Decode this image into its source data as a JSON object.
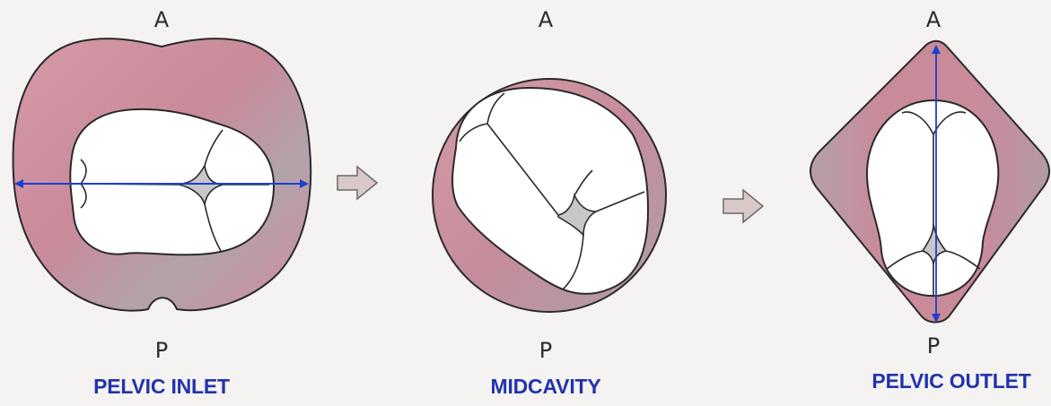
{
  "panels": [
    {
      "anterior": "A",
      "posterior": "P",
      "title": "PELVIC INLET"
    },
    {
      "anterior": "A",
      "posterior": "P",
      "title": "MIDCAVITY"
    },
    {
      "anterior": "A",
      "posterior": "P",
      "title": "PELVIC OUTLET"
    }
  ],
  "colors": {
    "pelvis_fill": "#c98a9a",
    "pelvis_shade": "#a8a2a6",
    "outline": "#2a2a2a",
    "fontanelle": "#c8c6c8",
    "measure_line": "#1e3fd0",
    "arrow_fill": "#d9c8c8",
    "title_text": "#2233aa"
  }
}
